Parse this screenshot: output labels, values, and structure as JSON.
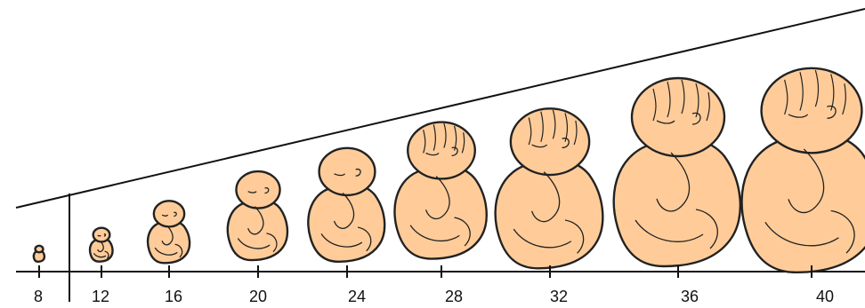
{
  "colors": {
    "skin": "#FFCC99",
    "outline": "#222222",
    "line": "#111111",
    "background": "#ffffff"
  },
  "figures": [
    {
      "week": "8",
      "icon": "embryo-8-weeks"
    },
    {
      "week": "12",
      "icon": "fetus-12-weeks"
    },
    {
      "week": "16",
      "icon": "fetus-16-weeks"
    },
    {
      "week": "20",
      "icon": "fetus-20-weeks"
    },
    {
      "week": "24",
      "icon": "fetus-24-weeks"
    },
    {
      "week": "28",
      "icon": "fetus-28-weeks"
    },
    {
      "week": "32",
      "icon": "fetus-32-weeks"
    },
    {
      "week": "36",
      "icon": "fetus-36-weeks"
    },
    {
      "week": "40",
      "icon": "fetus-40-weeks"
    }
  ]
}
